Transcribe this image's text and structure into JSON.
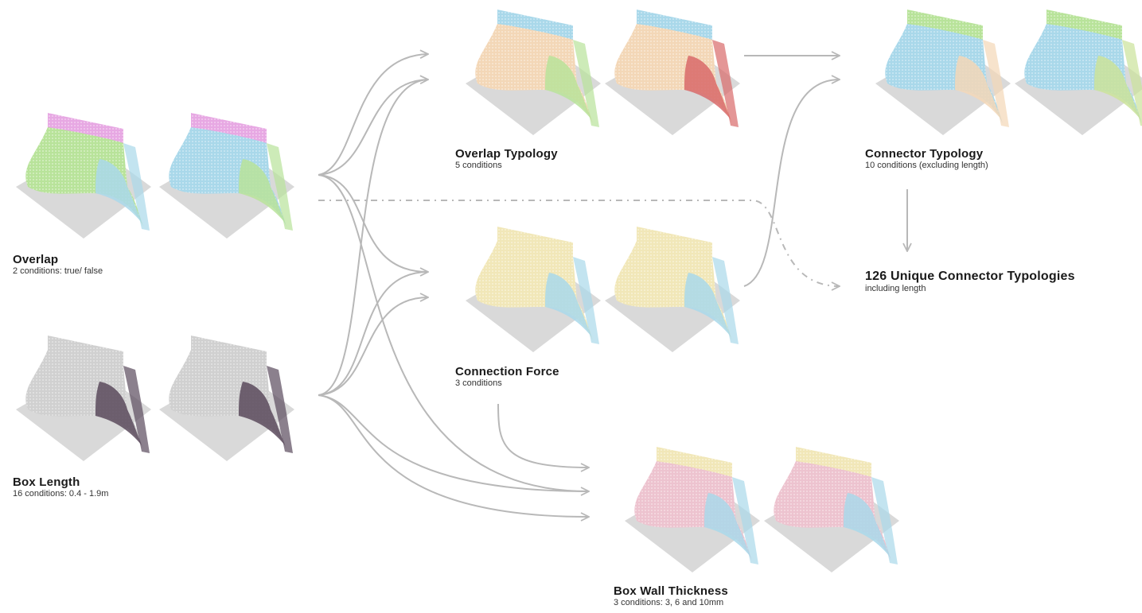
{
  "palette": {
    "arrow": "#b8b8b8",
    "floor": "#d9d9d9",
    "green": "#b8e39a",
    "blue": "#a9d8ea",
    "pink": "#e7a8e3",
    "cream": "#f1e7b8",
    "peach": "#f3d7b7",
    "rose": "#edc3cf",
    "grey": "#d0d0d0",
    "dark": "#5a4a5c",
    "lime": "#cbe39a",
    "red": "#d86a6a"
  },
  "nodes": {
    "overlap": {
      "title": "Overlap",
      "subtitle": "2 conditions: true/ false",
      "models": [
        {
          "fill": "green",
          "wall": "pink",
          "accent": "blue"
        },
        {
          "fill": "blue",
          "wall": "pink",
          "accent": "green"
        }
      ]
    },
    "box_length": {
      "title": "Box Length",
      "subtitle": "16 conditions: 0.4 - 1.9m",
      "models": [
        {
          "fill": "grey",
          "wall": "grey",
          "accent": "dark"
        },
        {
          "fill": "grey",
          "wall": "grey",
          "accent": "dark"
        }
      ]
    },
    "overlap_typology": {
      "title": "Overlap Typology",
      "subtitle": "5 conditions",
      "models": [
        {
          "fill": "peach",
          "wall": "blue",
          "accent": "green"
        },
        {
          "fill": "peach",
          "wall": "blue",
          "accent": "red"
        }
      ]
    },
    "connection_force": {
      "title": "Connection Force",
      "subtitle": "3 conditions",
      "models": [
        {
          "fill": "cream",
          "wall": "cream",
          "accent": "blue"
        },
        {
          "fill": "cream",
          "wall": "cream",
          "accent": "blue"
        }
      ]
    },
    "connector_typology": {
      "title": "Connector Typology",
      "subtitle": "10 conditions (excluding length)",
      "models": [
        {
          "fill": "blue",
          "wall": "green",
          "accent": "peach"
        },
        {
          "fill": "blue",
          "wall": "green",
          "accent": "lime"
        }
      ]
    },
    "unique_typologies": {
      "title": "126 Unique Connector Typologies",
      "subtitle": "including length"
    },
    "box_wall_thickness": {
      "title": "Box Wall Thickness",
      "subtitle": "3 conditions: 3, 6 and 10mm",
      "models": [
        {
          "fill": "rose",
          "wall": "cream",
          "accent": "blue"
        },
        {
          "fill": "rose",
          "wall": "cream",
          "accent": "blue"
        }
      ]
    }
  }
}
